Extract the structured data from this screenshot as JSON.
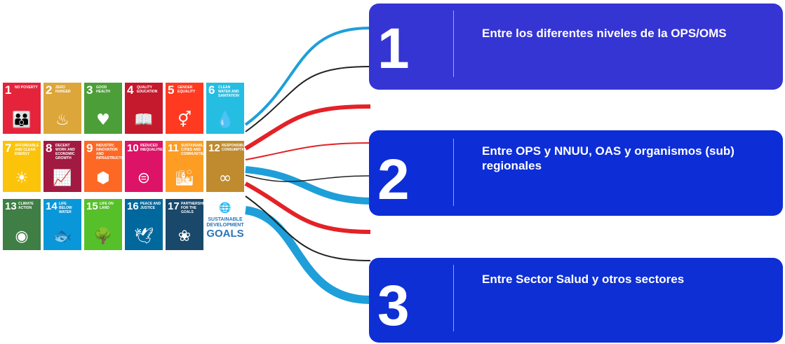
{
  "colors": {
    "box1": "#3535d3",
    "box2": "#0d2ed6",
    "box3": "#0e2fd3",
    "blue_connector": "#1e9fd9",
    "red_connector": "#e32227",
    "black_connector": "#222222"
  },
  "sdg_tiles": [
    {
      "num": "1",
      "label": "No poverty",
      "color": "#e5243b",
      "icon": "people-icon",
      "glyph": "👪"
    },
    {
      "num": "2",
      "label": "Zero hunger",
      "color": "#dda63a",
      "icon": "bowl-icon",
      "glyph": "♨"
    },
    {
      "num": "3",
      "label": "Good health",
      "color": "#4c9f38",
      "icon": "heartbeat-icon",
      "glyph": "♥"
    },
    {
      "num": "4",
      "label": "Quality education",
      "color": "#c5192d",
      "icon": "book-icon",
      "glyph": "📖"
    },
    {
      "num": "5",
      "label": "Gender equality",
      "color": "#ff3a21",
      "icon": "gender-icon",
      "glyph": "⚥"
    },
    {
      "num": "6",
      "label": "Clean water and sanitation",
      "color": "#26bde2",
      "icon": "water-icon",
      "glyph": "💧"
    },
    {
      "num": "7",
      "label": "Affordable and clean energy",
      "color": "#fcc30b",
      "icon": "sun-icon",
      "glyph": "☀"
    },
    {
      "num": "8",
      "label": "Decent work and economic growth",
      "color": "#a21942",
      "icon": "growth-chart-icon",
      "glyph": "📈"
    },
    {
      "num": "9",
      "label": "Industry, innovation and infrastructure",
      "color": "#fd6925",
      "icon": "cubes-icon",
      "glyph": "⬢"
    },
    {
      "num": "10",
      "label": "Reduced inequalities",
      "color": "#dd1367",
      "icon": "equal-icon",
      "glyph": "⊜"
    },
    {
      "num": "11",
      "label": "Sustainable cities and communities",
      "color": "#fd9d24",
      "icon": "city-icon",
      "glyph": "🏙"
    },
    {
      "num": "12",
      "label": "Responsible consumption",
      "color": "#bf8b2e",
      "icon": "infinity-icon",
      "glyph": "∞"
    },
    {
      "num": "13",
      "label": "Climate action",
      "color": "#3f7e44",
      "icon": "eye-globe-icon",
      "glyph": "◉"
    },
    {
      "num": "14",
      "label": "Life below water",
      "color": "#0a97d9",
      "icon": "fish-icon",
      "glyph": "🐟"
    },
    {
      "num": "15",
      "label": "Life on land",
      "color": "#56c02b",
      "icon": "tree-icon",
      "glyph": "🌳"
    },
    {
      "num": "16",
      "label": "Peace and justice",
      "color": "#00689d",
      "icon": "dove-icon",
      "glyph": "🕊"
    },
    {
      "num": "17",
      "label": "Partnerships for the goals",
      "color": "#19486a",
      "icon": "flower-rings-icon",
      "glyph": "❀"
    }
  ],
  "sdg_logo": {
    "line1": "SUSTAINABLE",
    "line2": "DEVELOPMENT",
    "line3": "GOALS",
    "icon": "un-emblem-icon",
    "glyph": "🌐"
  },
  "boxes": [
    {
      "number": "1",
      "text": "Entre los diferentes niveles de la OPS/OMS"
    },
    {
      "number": "2",
      "text": "Entre OPS y  NNUU, OAS y organismos (sub) regionales"
    },
    {
      "number": "3",
      "text": "Entre Sector Salud y otros sectores"
    }
  ]
}
